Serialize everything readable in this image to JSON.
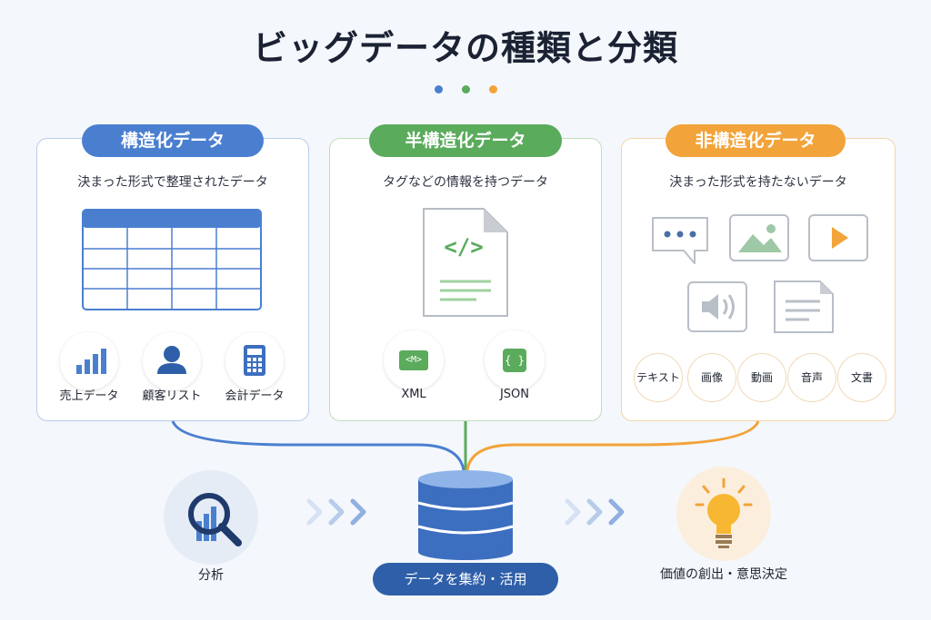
{
  "title": "ビッグデータの種類と分類",
  "colors": {
    "blue": "#4a7fd0",
    "green": "#5aab5c",
    "orange": "#f2a33a",
    "navy": "#2f5fa8"
  },
  "panels": {
    "structured": {
      "label": "構造化データ",
      "subtitle": "決まった形式で整理されたデータ",
      "items": [
        "売上データ",
        "顧客リスト",
        "会計データ"
      ]
    },
    "semi": {
      "label": "半構造化データ",
      "subtitle": "タグなどの情報を持つデータ",
      "doc_glyph": "</>",
      "items": [
        {
          "glyph": "<M>",
          "label": "XML"
        },
        {
          "glyph": "{ }",
          "label": "JSON"
        }
      ]
    },
    "unstructured": {
      "label": "非構造化データ",
      "subtitle": "決まった形式を持たないデータ",
      "items": [
        "テキスト",
        "画像",
        "動画",
        "音声",
        "文書"
      ]
    }
  },
  "flow": {
    "left_label": "分析",
    "center_label": "データを集約・活用",
    "right_label": "価値の創出・意思決定"
  }
}
